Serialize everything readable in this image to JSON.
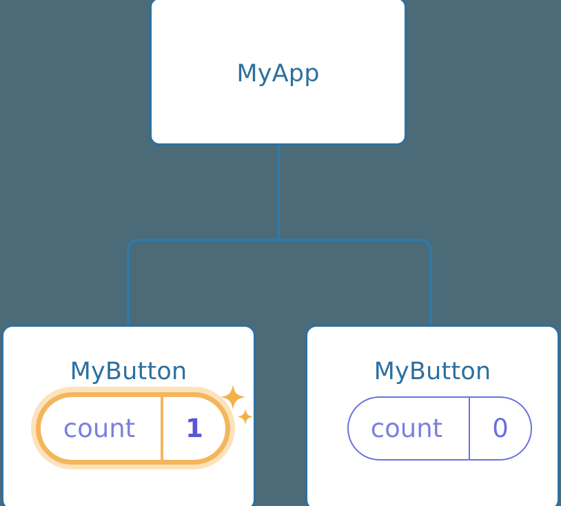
{
  "theme": {
    "background": "#4b6b78",
    "card_border": "#2d6f9e",
    "card_fill": "#ffffff",
    "title_color": "#2e6f9e",
    "connector_color": "#2d7aad",
    "state_key_color": "#7b7fe0",
    "state_value_color": "#6b6fe0",
    "highlight_value_color": "#5b56d6",
    "highlight_stroke": "#f5b55c",
    "highlight_glow": "#fad9a4"
  },
  "tree": {
    "root": {
      "title": "MyApp",
      "node_name": "root-component"
    },
    "children": [
      {
        "title": "MyButton",
        "state": {
          "key": "count",
          "value": "1"
        },
        "highlighted": true,
        "sparkle_icons": [
          "sparkle-large-icon",
          "sparkle-small-icon"
        ]
      },
      {
        "title": "MyButton",
        "state": {
          "key": "count",
          "value": "0"
        },
        "highlighted": false,
        "sparkle_icons": []
      }
    ]
  }
}
